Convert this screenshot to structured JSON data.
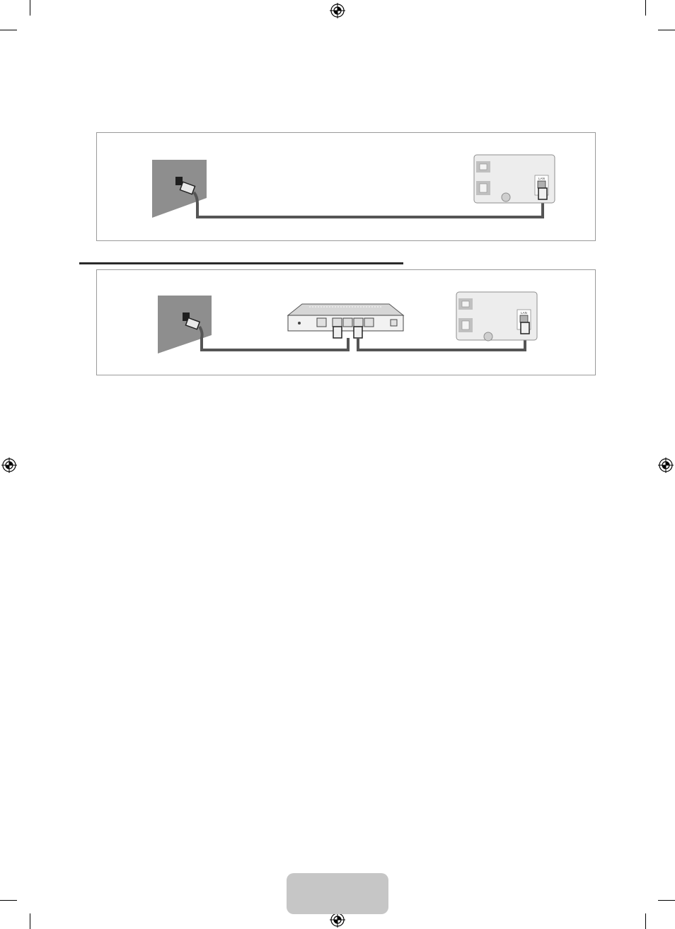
{
  "page": {
    "background": "#ffffff",
    "accent_gray": "#c6c6c6",
    "cable_color": "#555555"
  },
  "diagram_direct": {
    "wall_outlet": "wall-lan-port",
    "tv_panel": {
      "port_label": "LAN"
    }
  },
  "diagram_router": {
    "wall_outlet": "wall-lan-port",
    "router": "ip-sharer-router",
    "tv_panel": {
      "port_label": "LAN"
    }
  },
  "page_tab": {
    "label": ""
  }
}
